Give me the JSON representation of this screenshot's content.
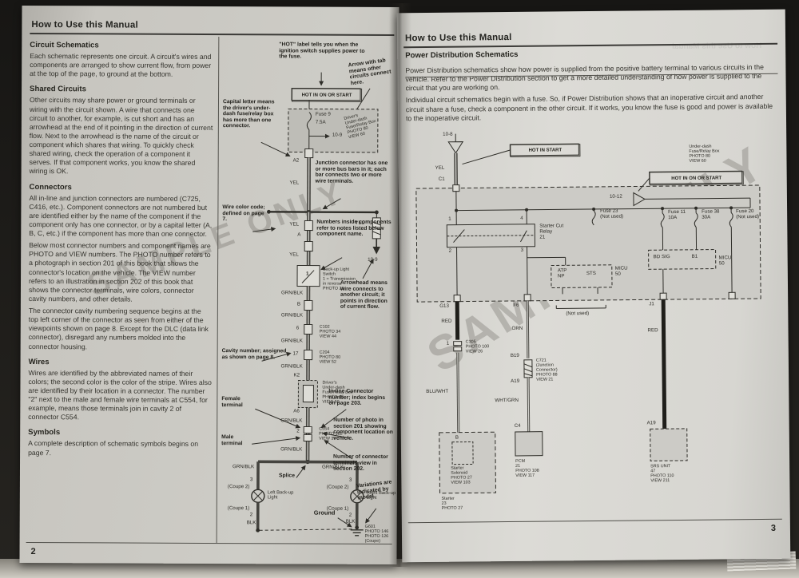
{
  "watermark": "SAMPLE ONLY",
  "left_page": {
    "header": "How to Use this Manual",
    "page_number": "2",
    "sections": [
      {
        "heading": "Circuit Schematics",
        "paragraphs": [
          "Each schematic represents one circuit. A circuit's wires and components are arranged to show current flow, from power at the top of the page, to ground at the bottom."
        ]
      },
      {
        "heading": "Shared Circuits",
        "paragraphs": [
          "Other circuits may share power or ground terminals or wiring with the circuit shown. A wire that connects one circuit to another, for example, is cut short and has an arrowhead at the end of it pointing in the direction of current flow. Next to the arrowhead is the name of the circuit or component which shares that wiring. To quickly check shared wiring, check the operation of a component it serves. If that component works, you know the shared wiring is OK."
        ]
      },
      {
        "heading": "Connectors",
        "paragraphs": [
          "All in-line and junction connectors are numbered (C725, C416, etc.). Component connectors are not numbered but are identified either by the name of the component if the component only has one connector, or by a capital letter (A, B, C, etc.) if the component has more than one connector.",
          "Below most connector numbers and component names are PHOTO and VIEW numbers. The PHOTO number refers to a photograph in section 201 of this book that shows the connector's location on the vehicle. The VIEW number refers to an illustration in section 202 of this book that shows the connector terminals, wire colors, connector cavity numbers, and other details.",
          "The connector cavity numbering sequence begins at the top left corner of the connector as seen from either of the viewpoints shown on page 8. Except for the DLC (data link connector), disregard any numbers molded into the connector housing."
        ]
      },
      {
        "heading": "Wires",
        "paragraphs": [
          "Wires are identified by the abbreviated names of their colors; the second color is the color of the stripe. Wires also are identified by their location in a connector. The number \"2\" next to the male and female wire terminals at C554, for example, means those terminals join in cavity 2 of connector C554."
        ]
      },
      {
        "heading": "Symbols",
        "paragraphs": [
          "A complete description of schematic symbols begins on page 7."
        ]
      }
    ],
    "callouts": {
      "hot_label": "\"HOT\" label tells you when the ignition switch supplies power to the fuse.",
      "arrow_tab": "Arrow with tab means other circuits connect here.",
      "capital_letter": "Capital letter means the driver's under-dash fuse/relay box has more than one connector.",
      "junction": "Junction connector has one or more bus bars in it; each bar connects two or more wire terminals.",
      "wire_color": "Wire color code; defined on page 7.",
      "numbers_inside": "Numbers inside components refer to notes listed below component name.",
      "arrowhead": "Arrowhead means wire connects to another circuit; it points in direction of current flow.",
      "cavity": "Cavity number; assigned as shown on page 8.",
      "female": "Female terminal",
      "male": "Male terminal",
      "inline_conn": "In-line Connector number; index begins on page 203.",
      "photo_num": "Number of photo in section 201 showing component location on vehicle.",
      "view_num": "Number of connector terminals view in section 202.",
      "splice": "Splice",
      "ground": "Ground",
      "variations": "Variations are indicated by model."
    },
    "labels": {
      "hot_box": "HOT IN ON OR START",
      "fuse9": "Fuse 9",
      "fuse9_amp": "7.5A",
      "ref_a": "10-9",
      "ref_b": "10-9",
      "a2": "A2",
      "yel": "YEL",
      "conn_a": "A",
      "fusebox_angled": "Driver's\nUnder-dash\nFuse/Relay Box\nPHOTO 80\nVIEW 60",
      "sw1": "1",
      "switch_note": "Back-up Light\nSwitch\n1 = Transmission\nin reverse\nPHOTO 20",
      "grnblk": "GRN/BLK",
      "b": "B",
      "n6": "6",
      "c102": "C102\nPHOTO 34\nVIEW 44",
      "n17": "17",
      "c204": "C204\nPHOTO 80\nVIEW 52",
      "k2": "K2",
      "drv_box": "Driver's\nUnder-dash\nFuse/Relay Box\nPHOTO 80\nVIEW 60",
      "a6": "A6",
      "n2": "2",
      "c554": "C554\nPHOTO 102\nVIEW 39",
      "n3": "3",
      "coupe2": "(Coupe 2)",
      "coupe1": "(Coupe 1)",
      "left_light": "Left Back-up\nLight",
      "right_light": "Right Back-up\nLight",
      "blk": "BLK",
      "g601": "G601\nPHOTO 146\nPHOTO 126 (Coupe)"
    }
  },
  "right_page": {
    "header": "How to Use this Manual",
    "page_number": "3",
    "section_heading": "Power Distribution Schematics",
    "paragraphs": [
      "Power Distribution schematics show how power is supplied from the positive battery terminal to various circuits in the vehicle. Refer to the Power Distribution section to get a more detailed understanding of how power is supplied to the circuit that you are working on.",
      "Individual circuit schematics begin with a fuse. So, if Power Distribution shows that an inoperative circuit and another circuit share a fuse, check a component in the other circuit. If it works, you know the fuse is good and power is available to the inoperative circuit."
    ],
    "labels": {
      "ref_10_8": "10-8",
      "yel": "YEL",
      "c1": "C1",
      "hot_start": "HOT IN START",
      "hot_on_start": "HOT IN ON OR START",
      "ref_10_12": "10-12",
      "underdash": "Under-dash\nFuse/Relay Box\nPHOTO 80\nVIEW 60",
      "relay": "Starter Cut\nRelay\n21",
      "t1": "1",
      "t2": "2",
      "t3": "3",
      "t4": "4",
      "fuse23": "Fuse 23\n(Not used)",
      "fuse11": "Fuse 11\n10A",
      "fuse38": "Fuse 38\n30A",
      "fuse20": "Fuse 20\n(Not used)",
      "micu": "MICU\n50",
      "atp": "ATP\nNP",
      "sts": "STS",
      "bdsig": "BD SIG",
      "b1": "B1",
      "not_used": "(Not used)",
      "g13": "G13",
      "f6": "F6",
      "j1": "J1",
      "red": "RED",
      "orn": "ORN",
      "n1": "1",
      "c305": "C305\nPHOTO 100\nVIEW 26",
      "blu_wht": "BLU/WHT",
      "b19": "B19",
      "c721": "C721\n(Junction\nConnector)\nPHOTO 88\nVIEW 21",
      "a19": "A19",
      "wht_grn": "WHT/GRN",
      "c4": "C4",
      "b": "B",
      "solenoid": "Starter\nSolenoid\nPHOTO 27\nVIEW 103",
      "starter": "Starter\n23\nPHOTO 27",
      "pcm": "PCM\n21\nPHOTO 108\nVIEW 117",
      "srs": "SRS UNIT\n47\nPHOTO 110\nVIEW 211"
    }
  }
}
